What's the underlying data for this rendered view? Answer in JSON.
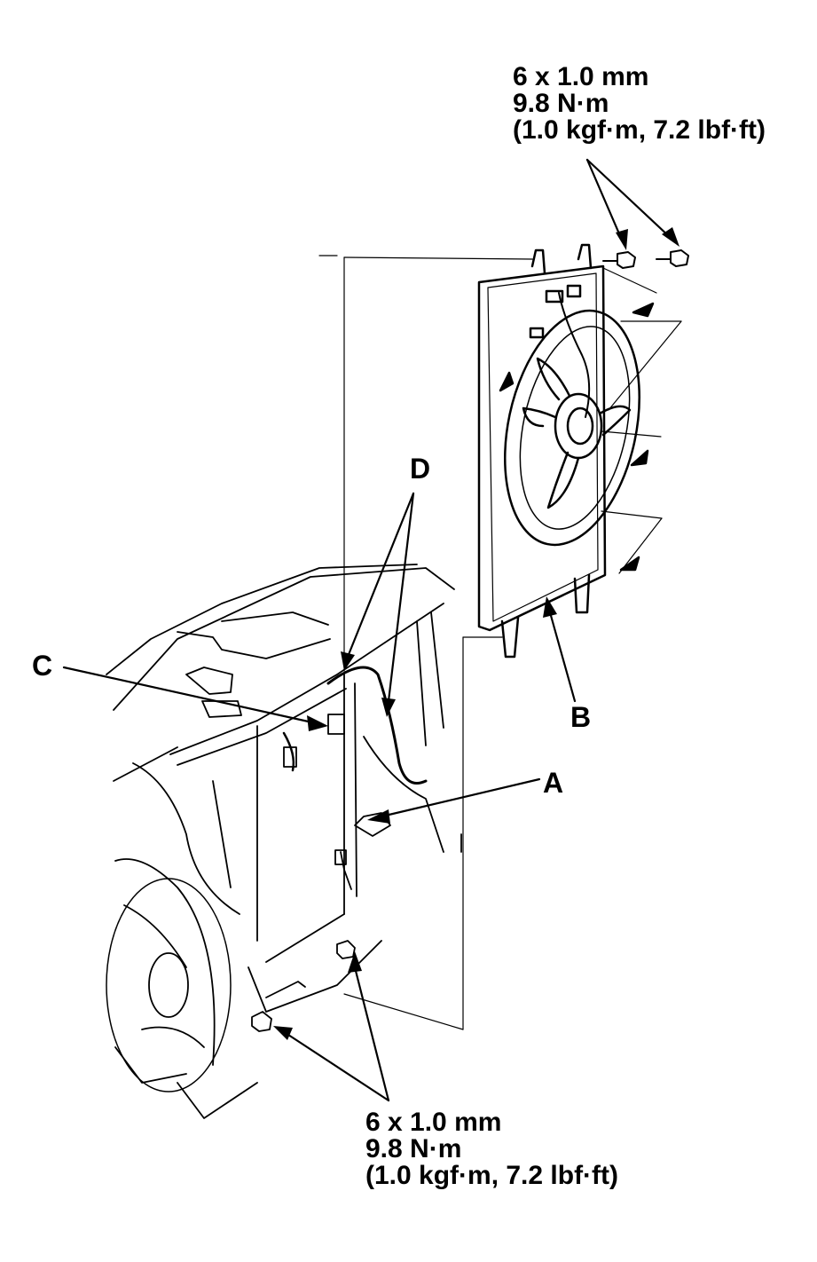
{
  "torque_spec_top": {
    "size": "6 x 1.0 mm",
    "torque": "9.8 N·m",
    "alt_torque": "(1.0 kgf·m, 7.2 lbf·ft)"
  },
  "torque_spec_bottom": {
    "size": "6 x 1.0 mm",
    "torque": "9.8 N·m",
    "alt_torque": "(1.0 kgf·m, 7.2 lbf·ft)"
  },
  "callouts": {
    "a": "A",
    "b": "B",
    "c": "C",
    "d": "D"
  },
  "colors": {
    "ink": "#000000",
    "paper": "#ffffff"
  }
}
